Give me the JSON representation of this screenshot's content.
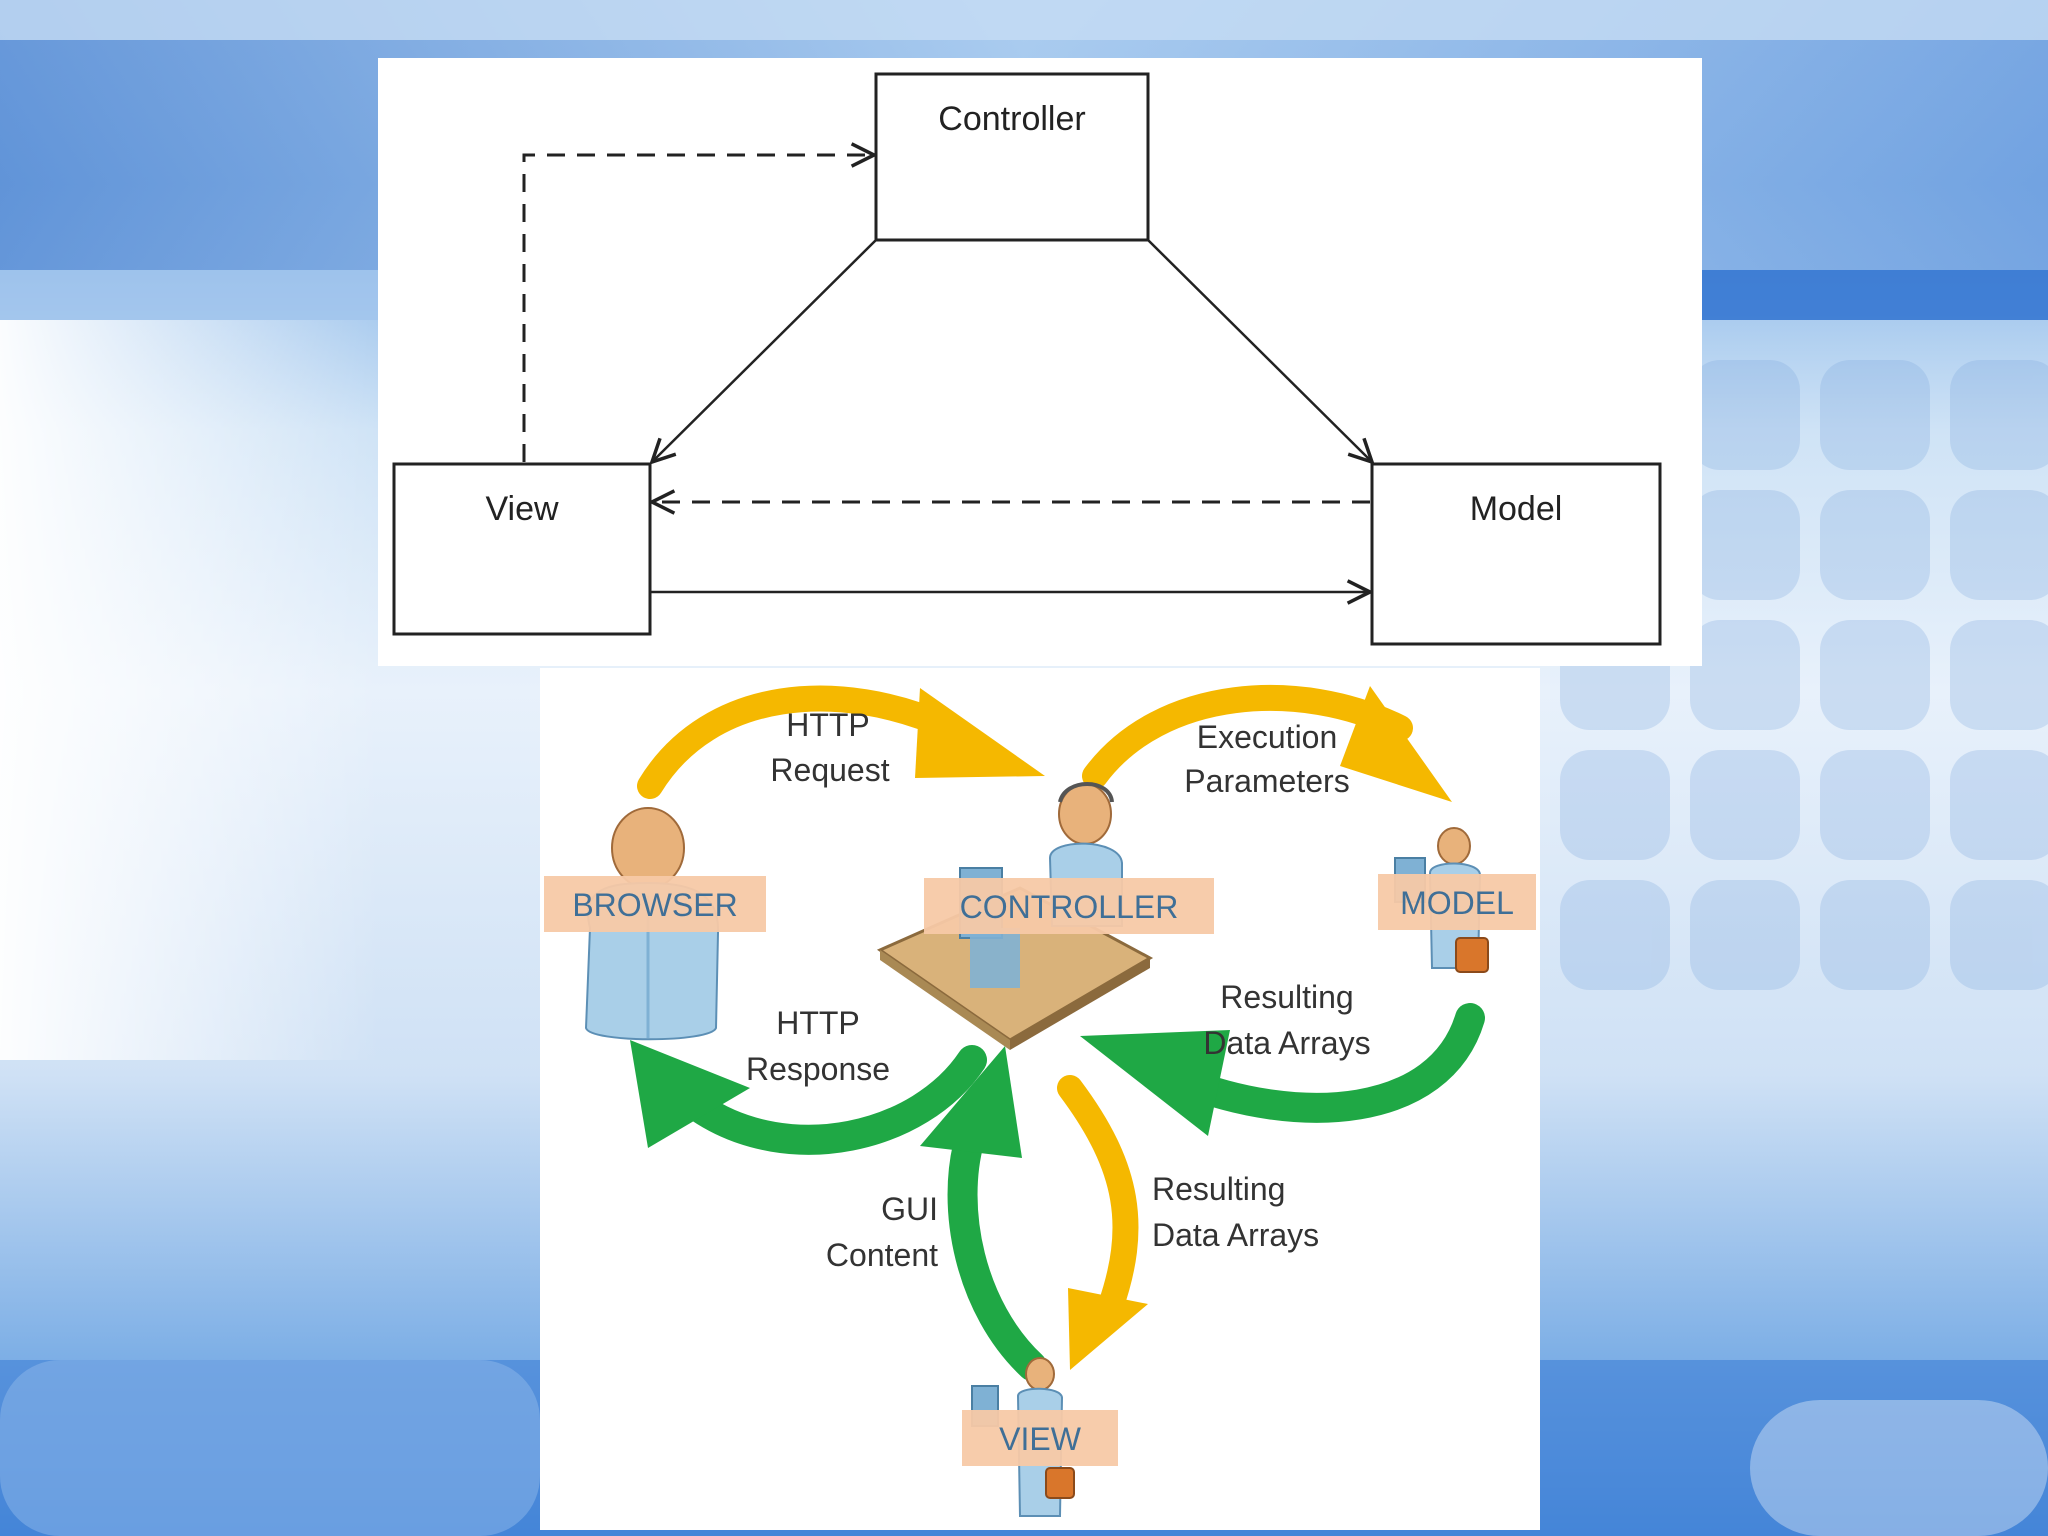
{
  "uml_diagram": {
    "controller_label": "Controller",
    "view_label": "View",
    "model_label": "Model"
  },
  "flow_diagram": {
    "actors": {
      "browser": "BROWSER",
      "controller": "CONTROLLER",
      "model": "MODEL",
      "view": "VIEW"
    },
    "arrows": {
      "http_request": [
        "HTTP",
        "Request"
      ],
      "execution_parameters": [
        "Execution",
        "Parameters"
      ],
      "resulting_data_arrays_model": [
        "Resulting",
        "Data Arrays"
      ],
      "http_response": [
        "HTTP",
        "Response"
      ],
      "gui_content": [
        "GUI",
        "Content"
      ],
      "resulting_data_arrays_view": [
        "Resulting",
        "Data Arrays"
      ]
    },
    "colors": {
      "request_arrow": "#f5b800",
      "response_arrow": "#1fa845",
      "label_background": "#f7c9a6",
      "label_text": "#3f6f97",
      "person_body": "#a9cfe8"
    }
  }
}
